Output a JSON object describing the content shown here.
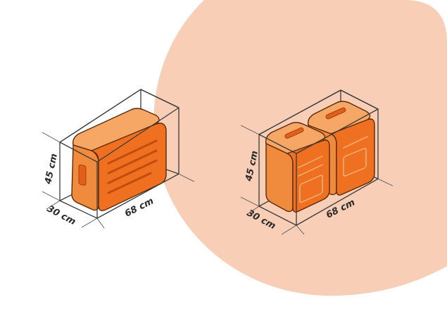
{
  "diagram": {
    "left_box": {
      "height_label": "45 cm",
      "depth_label": "30 cm",
      "width_label": "68 cm"
    },
    "right_box": {
      "height_label": "45 cm",
      "depth_label": "30 cm",
      "width_label": "68 cm"
    },
    "colors": {
      "background_circle": "#f8cfb6",
      "case_orange": "#ee7020",
      "case_top": "#f6a766",
      "wireframe": "#3a3a3a"
    }
  }
}
